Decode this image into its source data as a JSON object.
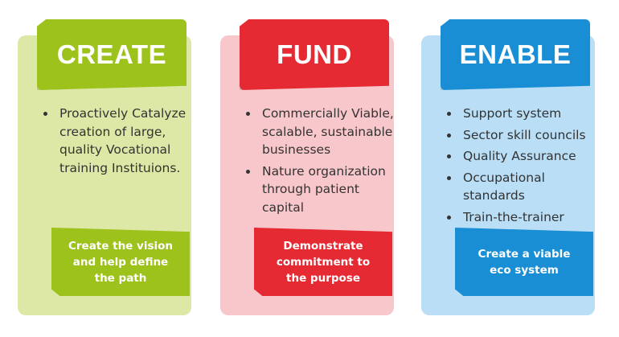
{
  "cards": [
    {
      "title": "CREATE",
      "bullets": [
        "Proactively Catalyze creation of large, quality Vocational training Instituions."
      ],
      "footer": "Create the vision\nand help define\nthe path",
      "colors": {
        "header": "#9dc21b",
        "panel": "#dde8a6",
        "footer": "#9dc21b"
      }
    },
    {
      "title": "FUND",
      "bullets": [
        "Commercially Viable, scalable, sustainable businesses",
        "Nature organization through patient capital"
      ],
      "footer": "Demonstrate\ncommitment to\nthe purpose",
      "colors": {
        "header": "#e52a33",
        "panel": "#f8c7cb",
        "footer": "#e52a33"
      }
    },
    {
      "title": "ENABLE",
      "bullets": [
        "Support system",
        "Sector skill councils",
        "Quality Assurance",
        "Occupational standards",
        "Train-the-trainer"
      ],
      "footer": "Create a viable\neco system",
      "colors": {
        "header": "#1a8ed5",
        "panel": "#b9def6",
        "footer": "#1a8ed5"
      }
    }
  ]
}
